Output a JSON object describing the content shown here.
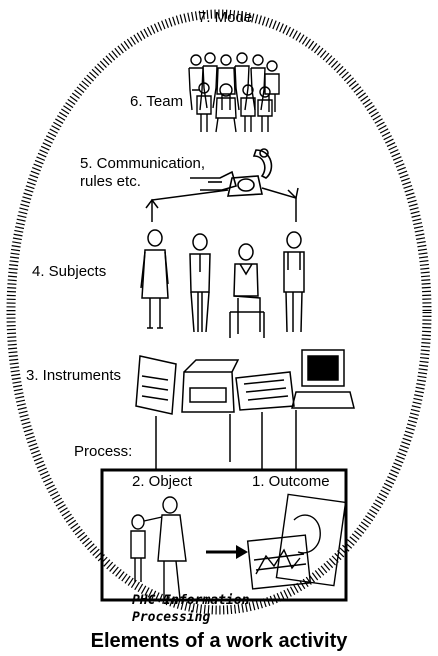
{
  "diagram": {
    "mode_label": "7. Mode",
    "team_label": "6. Team",
    "communication_label_line1": "5. Communication,",
    "communication_label_line2": "rules etc.",
    "subjects_label": "4. Subjects",
    "instruments_label": "3. Instruments",
    "process_label": "Process:",
    "object_label": "2. Object",
    "outcome_label": "1. Outcome",
    "handwritten_line1": "PHC Information",
    "handwritten_line2": "Processing",
    "caption": "Elements of a work activity"
  }
}
